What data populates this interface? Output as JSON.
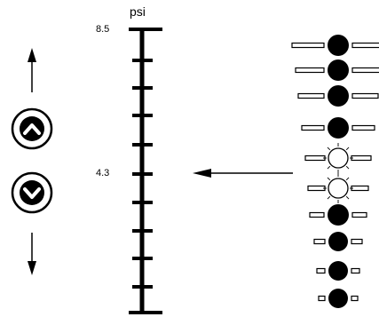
{
  "gauge": {
    "unit": "psi",
    "max_label": "8.5",
    "marked_label": "4.3",
    "max_value": 8.5,
    "marked_value": 4.3,
    "tick_count": 11
  },
  "controls": {
    "up_icon": "chevron-up-icon",
    "down_icon": "chevron-down-icon",
    "up_arrow": "arrow-up-icon",
    "down_arrow": "arrow-down-icon"
  },
  "indicators": {
    "count": 10,
    "states": [
      "filled",
      "filled",
      "filled",
      "filled",
      "lit",
      "lit",
      "filled",
      "filled",
      "filled",
      "filled"
    ],
    "pointer_target": 4
  },
  "colors": {
    "ink": "#000000",
    "background": "#ffffff"
  }
}
